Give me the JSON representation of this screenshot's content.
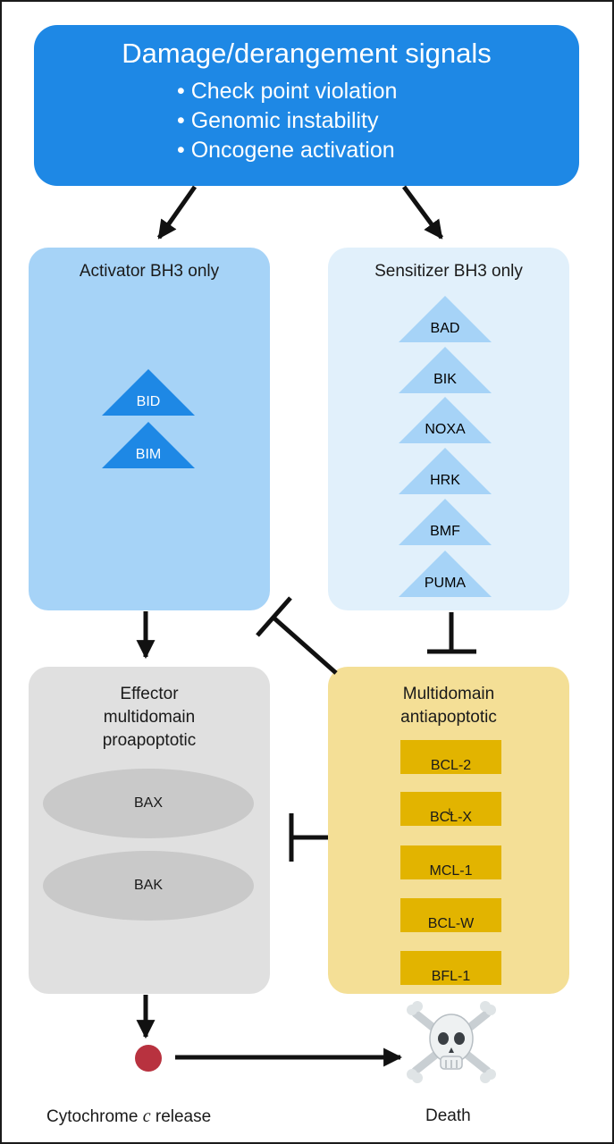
{
  "signals": {
    "title": "Damage/derangement signals",
    "bullets": [
      "• Check point violation",
      "• Genomic instability",
      "• Oncogene activation"
    ]
  },
  "activator": {
    "title": "Activator BH3 only",
    "items": [
      "BID",
      "BIM"
    ]
  },
  "sensitizer": {
    "title": "Sensitizer BH3 only",
    "items": [
      "BAD",
      "BIK",
      "NOXA",
      "HRK",
      "BMF",
      "PUMA"
    ]
  },
  "effector": {
    "title_lines": [
      "Effector",
      "multidomain",
      "proapoptotic"
    ],
    "items": [
      "BAX",
      "BAK"
    ]
  },
  "antiapoptotic": {
    "title_lines": [
      "Multidomain",
      "antiapoptotic"
    ],
    "items": [
      {
        "main": "BCL-2",
        "sub": ""
      },
      {
        "main": "BCL-X",
        "sub": "L"
      },
      {
        "main": "MCL-1",
        "sub": ""
      },
      {
        "main": "BCL-W",
        "sub": ""
      },
      {
        "main": "BFL-1",
        "sub": ""
      }
    ]
  },
  "outcome": {
    "cytochrome_prefix": "Cytochrome ",
    "cytochrome_italic": "c",
    "cytochrome_suffix": " release",
    "death": "Death"
  },
  "colors": {
    "signals": "#1e88e5",
    "activator_panel": "#a6d3f7",
    "activator_triangle": "#1e88e5",
    "sensitizer_panel": "#e1f0fb",
    "sensitizer_triangle": "#a6d3f7",
    "effector_panel": "#e0e0e0",
    "antiapoptotic_panel": "#f4df96",
    "antiapoptotic_box": "#e2b400",
    "cytochrome_dot": "#b8323f"
  },
  "icons": {
    "death": "skull-and-crossbones-icon"
  }
}
